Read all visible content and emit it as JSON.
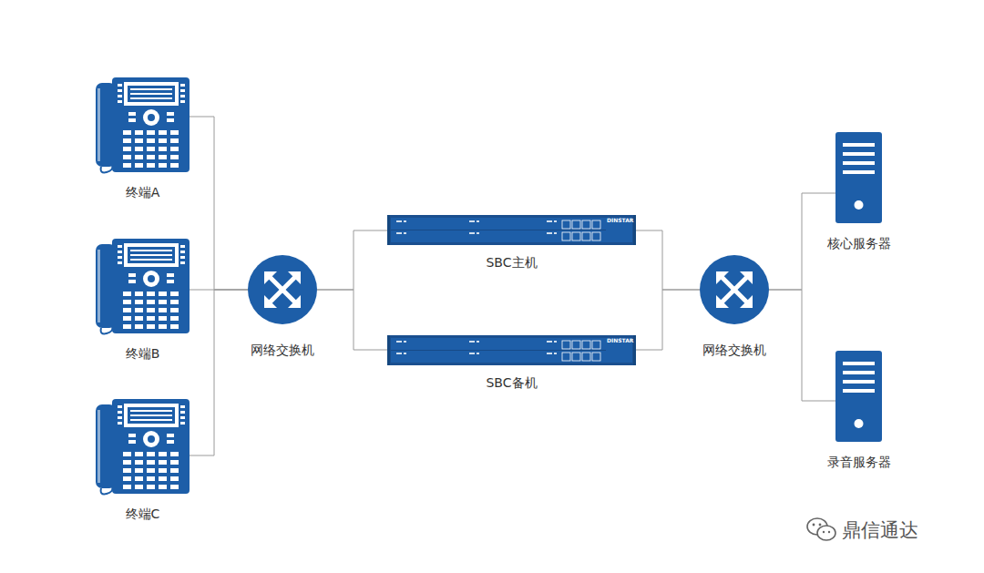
{
  "diagram": {
    "nodes": [
      {
        "text": [
          "终端A"
        ]
      },
      {
        "text": [
          "终端B"
        ]
      },
      {
        "text": [
          "终端C"
        ]
      },
      {
        "text": [
          "网络交换机"
        ]
      },
      {
        "text": [
          "SBC主机"
        ]
      },
      {
        "text": [
          "SBC备机"
        ]
      },
      {
        "text": [
          "网络交换机"
        ]
      },
      {
        "text": [
          "核心服务器"
        ]
      },
      {
        "text": [
          "录音服务器"
        ]
      }
    ],
    "edges": [
      {
        "from": 0,
        "to": 3,
        "arrow": "none"
      },
      {
        "from": 1,
        "to": 3,
        "arrow": "none"
      },
      {
        "from": 2,
        "to": 3,
        "arrow": "none"
      },
      {
        "from": 3,
        "to": 4,
        "arrow": "none"
      },
      {
        "from": 3,
        "to": 5,
        "arrow": "none"
      },
      {
        "from": 4,
        "to": 6,
        "arrow": "none"
      },
      {
        "from": 5,
        "to": 6,
        "arrow": "none"
      },
      {
        "from": 6,
        "to": 7,
        "arrow": "none"
      },
      {
        "from": 6,
        "to": 8,
        "arrow": "none"
      }
    ],
    "labels": [
      "DINSTAR",
      "DINSTAR",
      "鼎信通达"
    ]
  }
}
